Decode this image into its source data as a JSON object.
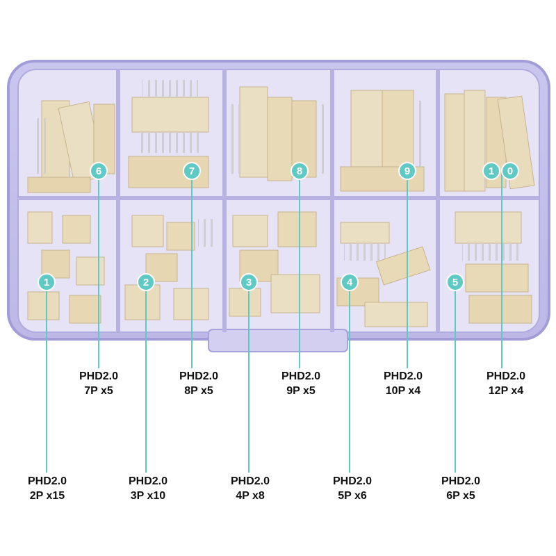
{
  "colors": {
    "accent": "#5fc9c4",
    "box_tint": "#b8b4e4",
    "connector": "#e9dcbd",
    "pin": "#c8c8c8",
    "label_text": "#111111"
  },
  "compartments": [
    {
      "badge": "6",
      "series": "PHD2.0",
      "spec": "7P x5"
    },
    {
      "badge": "7",
      "series": "PHD2.0",
      "spec": "8P x5"
    },
    {
      "badge": "8",
      "series": "PHD2.0",
      "spec": "9P x5"
    },
    {
      "badge": "9",
      "series": "PHD2.0",
      "spec": "10P x4"
    },
    {
      "badge": "10",
      "badge_digits": [
        "1",
        "0"
      ],
      "series": "PHD2.0",
      "spec": "12P x4"
    },
    {
      "badge": "1",
      "series": "PHD2.0",
      "spec": "2P x15"
    },
    {
      "badge": "2",
      "series": "PHD2.0",
      "spec": "3P x10"
    },
    {
      "badge": "3",
      "series": "PHD2.0",
      "spec": "4P x8"
    },
    {
      "badge": "4",
      "series": "PHD2.0",
      "spec": "5P x6"
    },
    {
      "badge": "5",
      "series": "PHD2.0",
      "spec": "6P x5"
    }
  ]
}
